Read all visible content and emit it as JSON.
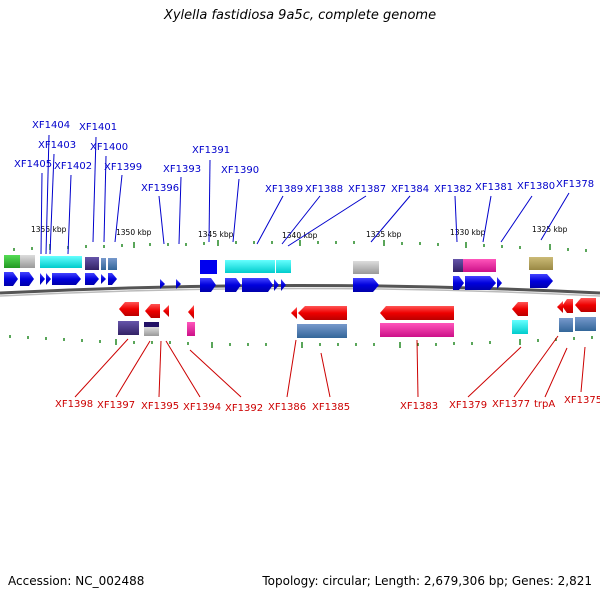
{
  "title": "Xylella fastidiosa 9a5c, complete genome",
  "footer": {
    "accession": "Accession: NC_002488",
    "summary": "Topology: circular; Length: 2,679,306 bp; Genes: 2,821"
  },
  "colors": {
    "forward": "#0000ee",
    "reverse": "#ee0000",
    "top_label": "#0000cc",
    "bottom_label": "#cc0000",
    "backbone": "#777777"
  },
  "kbp_ticks": [
    "1355 kbp",
    "1350 kbp",
    "1345 kbp",
    "1340 kbp",
    "1335 kbp",
    "1330 kbp",
    "1325 kbp"
  ],
  "top_genes": [
    "XF1405",
    "XF1404",
    "XF1403",
    "XF1402",
    "XF1401",
    "XF1400",
    "XF1399",
    "XF1396",
    "XF1393",
    "XF1391",
    "XF1390",
    "XF1389",
    "XF1388",
    "XF1387",
    "XF1384",
    "XF1382",
    "XF1381",
    "XF1380",
    "XF1378"
  ],
  "bottom_genes": [
    "XF1398",
    "XF1397",
    "XF1395",
    "XF1394",
    "XF1392",
    "XF1386",
    "XF1385",
    "XF1383",
    "XF1379",
    "XF1377",
    "trpA",
    "XF1375"
  ]
}
